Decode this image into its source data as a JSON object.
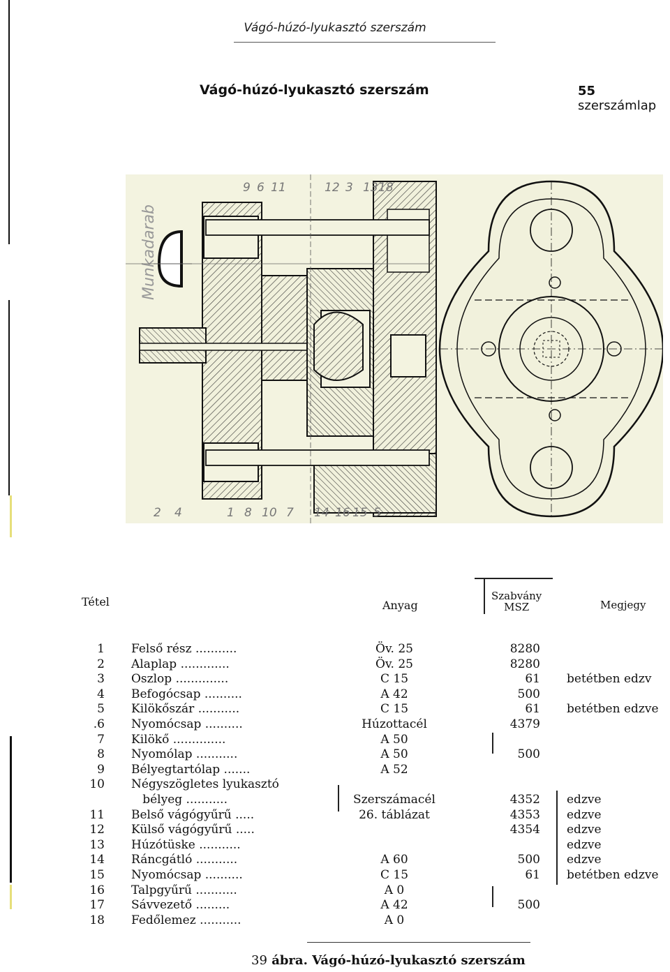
{
  "header": {
    "running_title": "Vágó-húzó-lyukasztó szerszám",
    "title": "Vágó-húzó-lyukasztó szerszám",
    "sheet_number": "55",
    "sheet_label": "szerszámlap"
  },
  "drawing": {
    "workpiece_label": "Munkadarab",
    "top_callouts": [
      "9",
      "6",
      "11",
      "12",
      "3",
      "13",
      "18"
    ],
    "bottom_callouts": [
      "2",
      "4",
      "1",
      "8",
      "10",
      "7",
      "14",
      "16",
      "15",
      "5"
    ]
  },
  "table": {
    "headers": {
      "item": "Tétel",
      "material": "Anyag",
      "standard_line1": "Szabvány",
      "standard_line2": "MSZ",
      "note": "Megjegy"
    },
    "rows": [
      {
        "no": "1",
        "name": "Felső rész ...........",
        "material": "Öv. 25",
        "std": "8280",
        "note": ""
      },
      {
        "no": "2",
        "name": "Alaplap .............",
        "material": "Öv. 25",
        "std": "8280",
        "note": ""
      },
      {
        "no": "3",
        "name": "Oszlop ..............",
        "material": "C 15",
        "std": "61",
        "note": "betétben edzv"
      },
      {
        "no": "4",
        "name": "Befogócsap ..........",
        "material": "A 42",
        "std": "500",
        "note": ""
      },
      {
        "no": "5",
        "name": "Kilökőszár ...........",
        "material": "C 15",
        "std": "61",
        "note": "betétben edzve"
      },
      {
        "no": ".6",
        "name": "Nyomócsap ..........",
        "material": "Húzottacél",
        "std": "4379",
        "note": ""
      },
      {
        "no": "7",
        "name": "Kilökő ..............",
        "material": "A 50",
        "std": "",
        "note": ""
      },
      {
        "no": "8",
        "name": "Nyomólap ...........",
        "material": "A 50",
        "std": "500",
        "note": ""
      },
      {
        "no": "9",
        "name": "Bélyegtartólap .......",
        "material": "A 52",
        "std": "",
        "note": ""
      },
      {
        "no": "10",
        "name": "Négyszögletes lyukasztó",
        "material": "",
        "std": "",
        "note": ""
      },
      {
        "no": "",
        "name": "   bélyeg ...........",
        "material": "Szerszámacél",
        "std": "4352",
        "note": "edzve"
      },
      {
        "no": "11",
        "name": "Belső vágógyűrű .....",
        "material": "26. táblázat",
        "std": "4353",
        "note": "edzve"
      },
      {
        "no": "12",
        "name": "Külső vágógyűrű .....",
        "material": "",
        "std": "4354",
        "note": "edzve"
      },
      {
        "no": "13",
        "name": "Húzótüske ...........",
        "material": "",
        "std": "",
        "note": "edzve"
      },
      {
        "no": "14",
        "name": "Ráncgátló ...........",
        "material": "A 60",
        "std": "500",
        "note": "edzve"
      },
      {
        "no": "15",
        "name": "Nyomócsap ..........",
        "material": "C 15",
        "std": "61",
        "note": "betétben edzve"
      },
      {
        "no": "16",
        "name": "Talpgyűrű ...........",
        "material": "A 0",
        "std": "",
        "note": ""
      },
      {
        "no": "17",
        "name": "Sávvezető .........",
        "material": "A 42",
        "std": "500",
        "note": ""
      },
      {
        "no": "18",
        "name": "Fedőlemez ...........",
        "material": "A 0",
        "std": "",
        "note": ""
      }
    ]
  },
  "caption": {
    "figure_number": "39",
    "text": "ábra. Vágó-húzó-lyukasztó szerszám"
  },
  "colors": {
    "paper": "#ffffff",
    "drawing_fill": "#f1f1dc",
    "ink": "#111111"
  }
}
